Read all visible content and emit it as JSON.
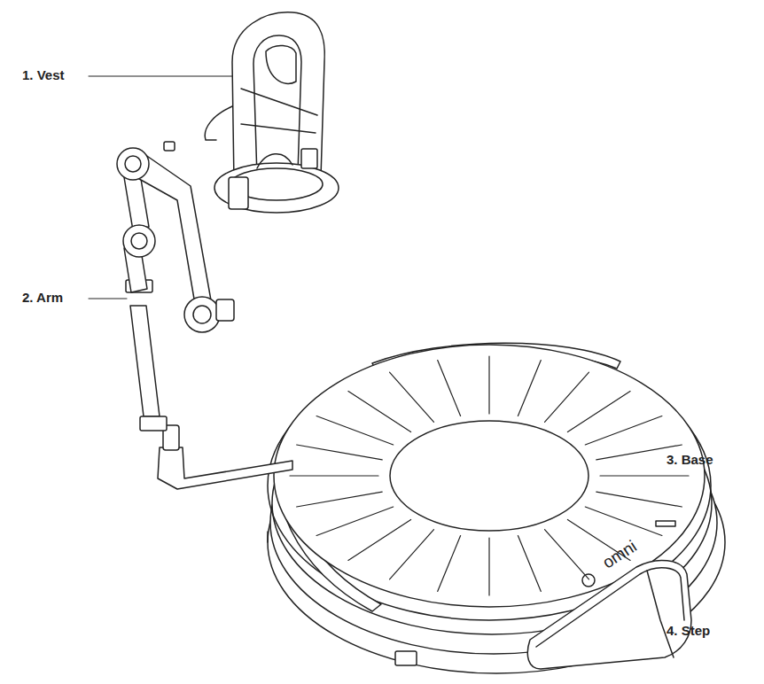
{
  "diagram": {
    "labels": [
      "1. Vest",
      "2. Arm",
      "3. Base",
      "4. Step",
      "omni"
    ]
  }
}
